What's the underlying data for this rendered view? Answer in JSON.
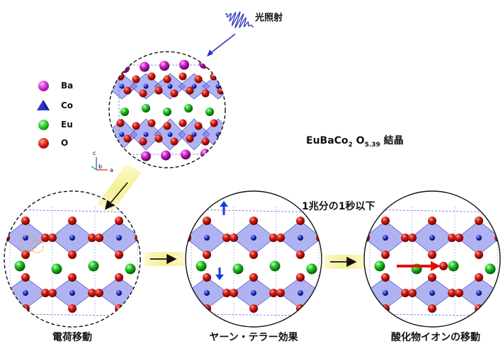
{
  "light_label": "光照射",
  "legend": [
    {
      "label": "Ba",
      "icon": "ba-atom-icon",
      "color": "#cc22cc"
    },
    {
      "label": "Co",
      "icon": "co-octahedron-icon",
      "color": "#2233cc"
    },
    {
      "label": "Eu",
      "icon": "eu-atom-icon",
      "color": "#22c022"
    },
    {
      "label": "O",
      "icon": "o-atom-icon",
      "color": "#cc1111"
    }
  ],
  "formula": {
    "base": "EuBaCo",
    "co_sub": "2",
    "o": " O",
    "o_sub": "5.39",
    "suffix": " 結晶"
  },
  "axes": {
    "c": "c",
    "b": "b",
    "a": "a"
  },
  "time_label": "1兆分の1秒以下",
  "stages": [
    {
      "label": "電荷移動"
    },
    {
      "label": "ヤーン・テラー効果"
    },
    {
      "label": "酸化物イオンの移動"
    }
  ],
  "colors": {
    "ba": "#cc22cc",
    "co": "#2233cc",
    "eu": "#22c022",
    "o": "#cc1111",
    "octa": "#6f74e6",
    "highlight": "#f6f3a0"
  }
}
